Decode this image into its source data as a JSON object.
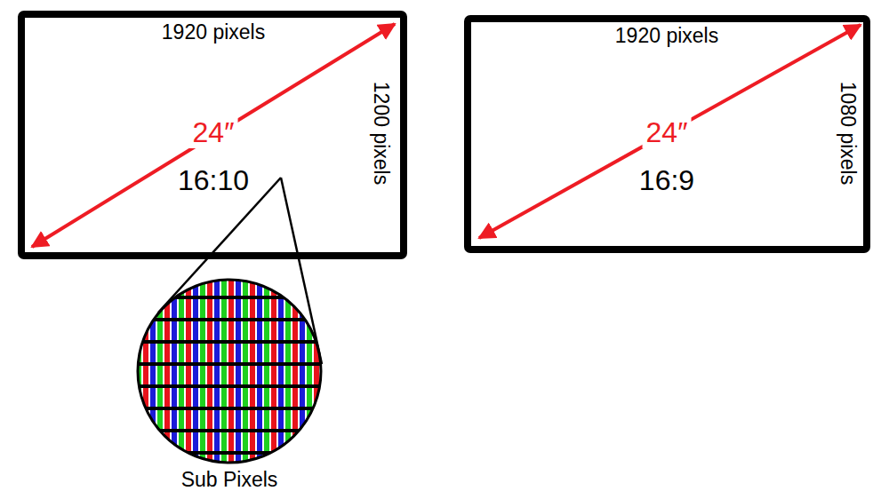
{
  "diagram": {
    "nodes": [
      {
        "text": [
          "1920 pixels",
          "1200 pixels",
          "24″",
          "16:10"
        ]
      },
      {
        "text": [
          "1920 pixels",
          "1080 pixels",
          "24″",
          "16:9"
        ]
      },
      {
        "text": [
          "Sub Pixels"
        ]
      }
    ]
  }
}
